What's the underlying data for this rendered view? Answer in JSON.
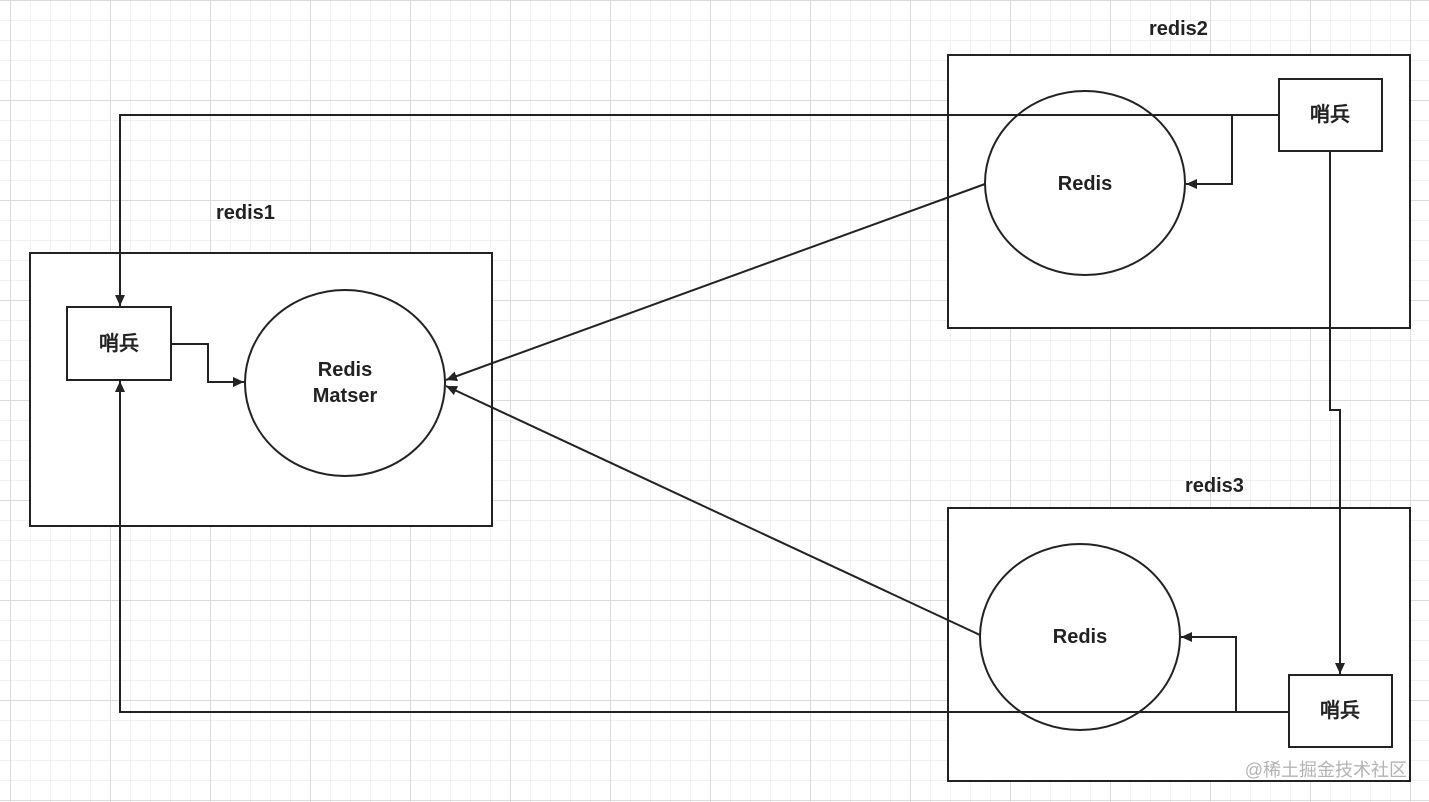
{
  "groups": {
    "redis1": {
      "title": "redis1",
      "sentinel": "哨兵",
      "redis_line1": "Redis",
      "redis_line2": "Matser"
    },
    "redis2": {
      "title": "redis2",
      "sentinel": "哨兵",
      "redis": "Redis"
    },
    "redis3": {
      "title": "redis3",
      "sentinel": "哨兵",
      "redis": "Redis"
    }
  },
  "watermark": "@稀土掘金技术社区",
  "colors": {
    "stroke": "#222222",
    "grid": "#dcdcdc",
    "watermark": "#b3b3b3"
  }
}
